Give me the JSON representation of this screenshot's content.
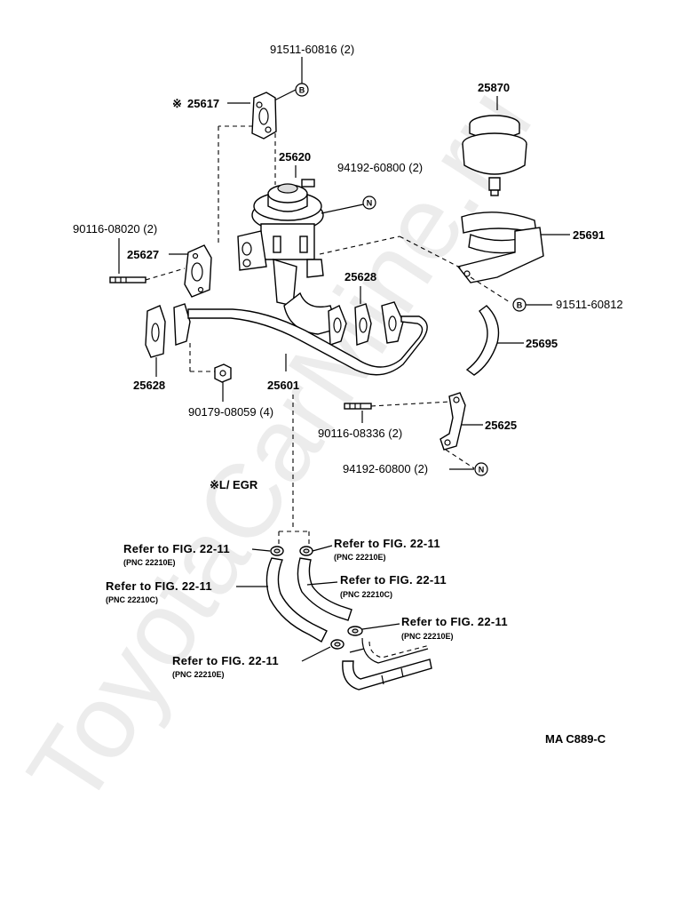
{
  "watermark": "ToyotaCarMine.ru",
  "parts": {
    "p91511_60816": "91511-60816 (2)",
    "p25617": "25617",
    "p25617_mark": "※",
    "p25620": "25620",
    "p94192_60800_top": "94192-60800 (2)",
    "p25870": "25870",
    "p25691": "25691",
    "p90116_08020": "90116-08020 (2)",
    "p25627": "25627",
    "p25628_top": "25628",
    "p91511_60812": "91511-60812",
    "p25695": "25695",
    "p25628_left": "25628",
    "p25601": "25601",
    "p90179_08059": "90179-08059 (4)",
    "p90116_08336": "90116-08336 (2)",
    "p25625": "25625",
    "p94192_60800_bot": "94192-60800 (2)"
  },
  "symbols": {
    "bolt_b": "B",
    "nut_n": "N"
  },
  "section_label": "※L/ EGR",
  "refs": [
    {
      "text": "Refer to FIG. 22-11",
      "pnc": "(PNC 22210E)"
    },
    {
      "text": "Refer to FIG. 22-11",
      "pnc": "(PNC 22210E)"
    },
    {
      "text": "Refer to FIG. 22-11",
      "pnc": "(PNC 22210C)"
    },
    {
      "text": "Refer to FIG. 22-11",
      "pnc": "(PNC 22210C)"
    },
    {
      "text": "Refer to FIG. 22-11",
      "pnc": "(PNC 22210E)"
    },
    {
      "text": "Refer to FIG. 22-11",
      "pnc": "(PNC 22210E)"
    }
  ],
  "figure_code": "MA C889-C"
}
